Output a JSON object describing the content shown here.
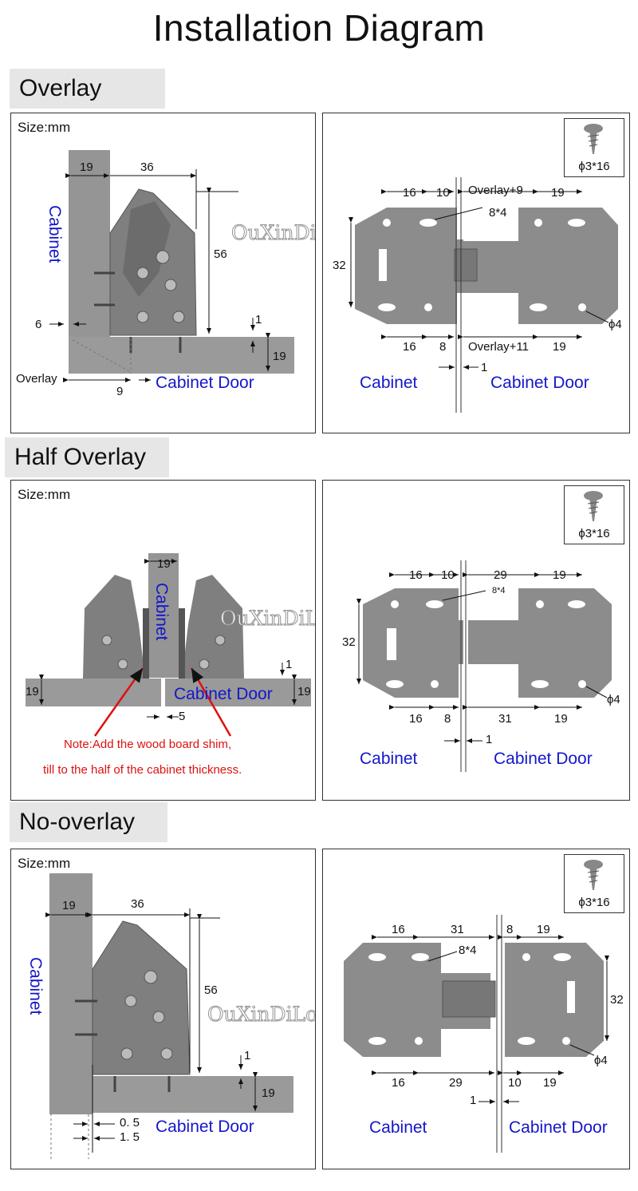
{
  "title": "Installation Diagram",
  "watermark": "OuXinDiLong®",
  "colors": {
    "blue": "#1417c9",
    "red": "#d11111",
    "metal": "#8a8a8a",
    "wood": "#9a9a9a"
  },
  "sections": {
    "overlay": {
      "label": "Overlay",
      "left": {
        "size": "Size:mm",
        "cabinet": "Cabinet",
        "door": "Cabinet Door",
        "overlay": "Overlay",
        "d19a": "19",
        "d36": "36",
        "d56": "56",
        "d6": "6",
        "d1": "1",
        "d19b": "19",
        "d9": "9"
      },
      "right": {
        "screw": "ϕ3*16",
        "cabinet": "Cabinet",
        "door": "Cabinet Door",
        "t16": "16",
        "t10": "10",
        "tov": "Overlay+9",
        "t19": "19",
        "t84": "8*4",
        "t32": "32",
        "b16": "16",
        "b8": "8",
        "bov": "Overlay+11",
        "b19": "19",
        "phi4": "ϕ4",
        "g1": "1"
      }
    },
    "half": {
      "label": "Half Overlay",
      "left": {
        "size": "Size:mm",
        "cabinet": "Cabinet",
        "door": "Cabinet Door",
        "d19top": "19",
        "d19l": "19",
        "d19r": "19",
        "d1": "1",
        "d5": "5",
        "note1": "Note:Add the wood board shim,",
        "note2": "till to the half of the cabinet thickness."
      },
      "right": {
        "screw": "ϕ3*16",
        "cabinet": "Cabinet",
        "door": "Cabinet Door",
        "t16": "16",
        "t10": "10",
        "t29": "29",
        "t19": "19",
        "t84": "8*4",
        "t32": "32",
        "b16": "16",
        "b8": "8",
        "b31": "31",
        "b19": "19",
        "phi4": "ϕ4",
        "g1": "1"
      }
    },
    "no": {
      "label": "No-overlay",
      "left": {
        "size": "Size:mm",
        "cabinet": "Cabinet",
        "door": "Cabinet Door",
        "d19a": "19",
        "d36": "36",
        "d56": "56",
        "d1": "1",
        "d19b": "19",
        "d05": "0. 5",
        "d15": "1. 5"
      },
      "right": {
        "screw": "ϕ3*16",
        "cabinet": "Cabinet",
        "door": "Cabinet Door",
        "t16": "16",
        "t31": "31",
        "t8": "8",
        "t19": "19",
        "t84": "8*4",
        "t32": "32",
        "b16": "16",
        "b29": "29",
        "b10": "10",
        "b19": "19",
        "phi4": "ϕ4",
        "g1": "1"
      }
    }
  }
}
